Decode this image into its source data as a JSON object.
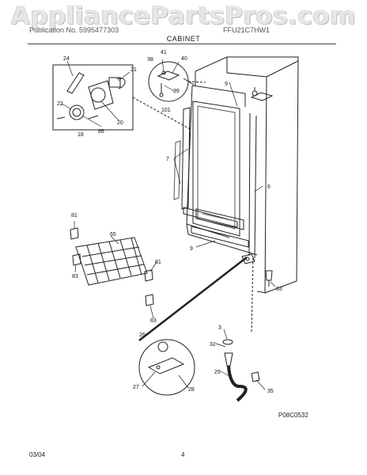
{
  "watermark": "AppliancePartsPros.com",
  "header": {
    "publication_left": "Publication No. 5995477303",
    "model": "FFU21C7HW1",
    "section_title": "CABINET"
  },
  "callouts": {
    "c24": "24",
    "c21": "21",
    "c22": "22",
    "c20": "20",
    "c86": "86",
    "c18": "18",
    "c41": "41",
    "c38": "38",
    "c40": "40",
    "c39": "39",
    "c101": "101",
    "c9a": "9",
    "c9b": "9",
    "c7": "7",
    "c6": "6",
    "c81a": "81",
    "c65": "65",
    "c83a": "83",
    "c81b": "81",
    "c83b": "83",
    "c63": "63",
    "c26": "26",
    "c3": "3",
    "c32": "32",
    "c29": "29",
    "c27": "27",
    "c28": "28",
    "c35": "35"
  },
  "diagram_code": "P08C0532",
  "footer": {
    "date": "03/04",
    "page": "4"
  }
}
